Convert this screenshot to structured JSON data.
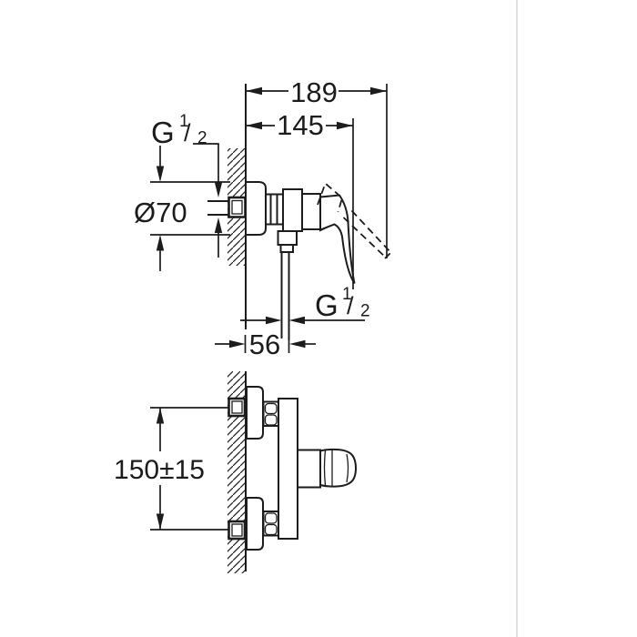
{
  "page": {
    "background_color": "#ffffff",
    "divider_color": "#d9d9d9",
    "ink_color": "#1c1c1c"
  },
  "drawing": {
    "side_view": {
      "dim_total_depth": "189",
      "dim_handle_depth": "145",
      "inlet_thread": {
        "prefix": "G",
        "numerator": "1",
        "slash": "/",
        "denominator": "2"
      },
      "inlet_diameter": "Ø70",
      "outlet_thread": {
        "prefix": "G",
        "numerator": "1",
        "slash": "/",
        "denominator": "2"
      },
      "dim_outlet_depth": "56"
    },
    "front_view": {
      "dim_connection_spacing": "150±15"
    }
  }
}
